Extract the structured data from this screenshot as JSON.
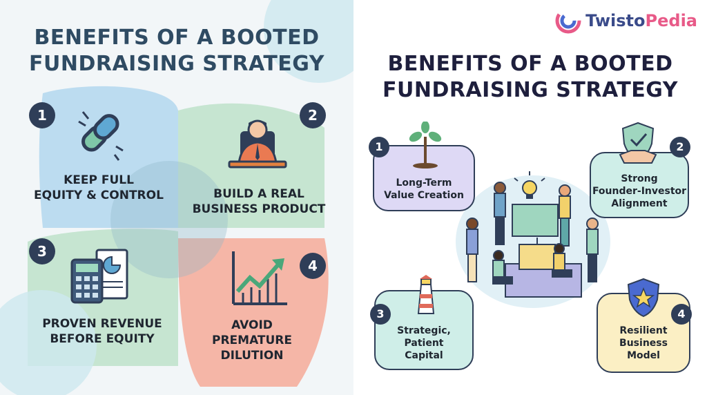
{
  "left_panel": {
    "title_lines": [
      "BENEFITS OF A BOOTED",
      "FUNDRAISING STRATEGY"
    ],
    "items": [
      {
        "number": "1",
        "lines": [
          "KEEP FULL",
          "EQUITY & CONTROL"
        ],
        "icon": "chain-link-icon"
      },
      {
        "number": "2",
        "lines": [
          "BUILD A REAL",
          "BUSINESS PRODUCT"
        ],
        "icon": "person-at-desk-icon"
      },
      {
        "number": "3",
        "lines": [
          "PROVEN REVENUE",
          "BEFORE EQUITY"
        ],
        "icon": "calculator-report-icon"
      },
      {
        "number": "4",
        "lines": [
          "AVOID",
          "PREMATURE",
          "DILUTION"
        ],
        "icon": "growth-chart-icon"
      }
    ],
    "colors": {
      "blue": "#a9d3ee",
      "green": "#b7dfc4",
      "coral": "#f6a08c",
      "navy": "#2f3e58"
    }
  },
  "right_panel": {
    "logo": {
      "part1": "Twisto",
      "part2": "Pedia",
      "icon": "swirl-logo-icon"
    },
    "title_lines": [
      "BENEFITS OF A BOOTED",
      "FUNDRAISING STRATEGY"
    ],
    "items": [
      {
        "number": "1",
        "lines": [
          "Long-Term",
          "Value Creation"
        ],
        "icon": "tree-sapling-icon",
        "color": "#ded9f5"
      },
      {
        "number": "2",
        "lines": [
          "Strong",
          "Founder-Investor",
          "Alignment"
        ],
        "icon": "handshake-shield-icon",
        "color": "#cfeee8"
      },
      {
        "number": "3",
        "lines": [
          "Strategic,",
          "Patient",
          "Capital"
        ],
        "icon": "lighthouse-icon",
        "color": "#cfeee8"
      },
      {
        "number": "4",
        "lines": [
          "Resilient",
          "Business",
          "Model"
        ],
        "icon": "shield-star-icon",
        "color": "#fbefc4"
      }
    ],
    "center_illustration": "team-building-blocks-icon"
  }
}
